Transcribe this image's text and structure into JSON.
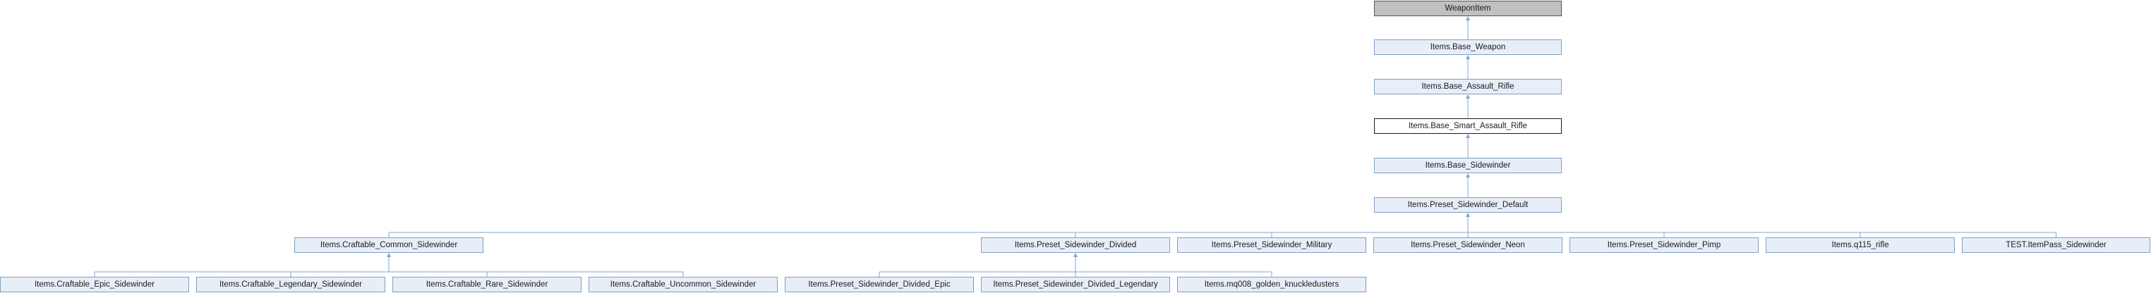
{
  "diagram": {
    "type": "class-inheritance-graph",
    "colors": {
      "edge": "#7fa6d6",
      "node_fill": "#e8eef8",
      "node_border": "#7f9fc7",
      "root_fill": "#c0c0c0",
      "plain_fill": "#ffffff"
    },
    "nodes": {
      "weapon_item": "WeaponItem",
      "base_weapon": "Items.Base_Weapon",
      "base_assault_rifle": "Items.Base_Assault_Rifle",
      "base_smart_assault_rifle": "Items.Base_Smart_Assault_Rifle",
      "base_sidewinder": "Items.Base_Sidewinder",
      "preset_sidewinder_default": "Items.Preset_Sidewinder_Default",
      "craftable_common_sidewinder": "Items.Craftable_Common_Sidewinder",
      "preset_sidewinder_divided": "Items.Preset_Sidewinder_Divided",
      "preset_sidewinder_military": "Items.Preset_Sidewinder_Military",
      "preset_sidewinder_neon": "Items.Preset_Sidewinder_Neon",
      "preset_sidewinder_pimp": "Items.Preset_Sidewinder_Pimp",
      "q115_rifle": "Items.q115_rifle",
      "test_itempass_sidewinder": "TEST.ItemPass_Sidewinder",
      "craftable_epic_sidewinder": "Items.Craftable_Epic_Sidewinder",
      "craftable_legendary_sidewinder": "Items.Craftable_Legendary_Sidewinder",
      "craftable_rare_sidewinder": "Items.Craftable_Rare_Sidewinder",
      "craftable_uncommon_sidewinder": "Items.Craftable_Uncommon_Sidewinder",
      "preset_sidewinder_divided_epic": "Items.Preset_Sidewinder_Divided_Epic",
      "preset_sidewinder_divided_legendary": "Items.Preset_Sidewinder_Divided_Legendary",
      "mq008_golden_knuckledusters": "Items.mq008_golden_knuckledusters"
    }
  }
}
